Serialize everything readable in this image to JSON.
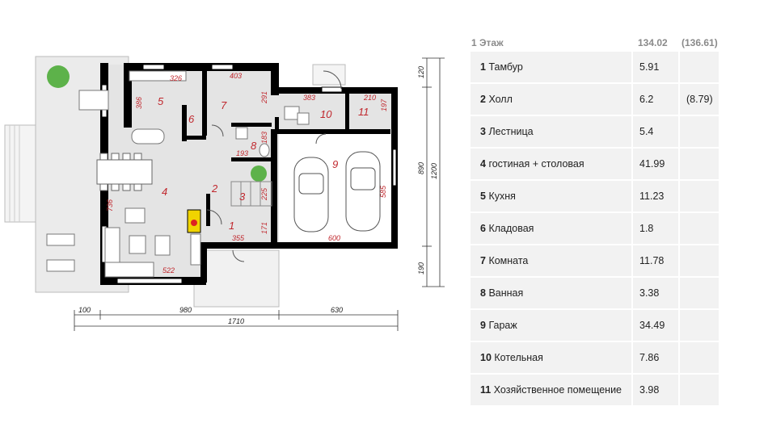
{
  "floor_table": {
    "title": "1 Этаж",
    "total": "134.02",
    "total_extra": "(136.61)",
    "rooms": [
      {
        "num": "1",
        "name": "Тамбур",
        "area": "5.91",
        "extra": ""
      },
      {
        "num": "2",
        "name": "Холл",
        "area": "6.2",
        "extra": "(8.79)"
      },
      {
        "num": "3",
        "name": "Лестница",
        "area": "5.4",
        "extra": ""
      },
      {
        "num": "4",
        "name": "гостиная + столовая",
        "area": "41.99",
        "extra": ""
      },
      {
        "num": "5",
        "name": "Кухня",
        "area": "11.23",
        "extra": ""
      },
      {
        "num": "6",
        "name": "Кладовая",
        "area": "1.8",
        "extra": ""
      },
      {
        "num": "7",
        "name": "Комната",
        "area": "11.78",
        "extra": ""
      },
      {
        "num": "8",
        "name": "Ванная",
        "area": "3.38",
        "extra": ""
      },
      {
        "num": "9",
        "name": "Гараж",
        "area": "34.49",
        "extra": ""
      },
      {
        "num": "10",
        "name": "Котельная",
        "area": "7.86",
        "extra": ""
      },
      {
        "num": "11",
        "name": "Хозяйственное помещение",
        "area": "3.98",
        "extra": ""
      }
    ]
  },
  "plan": {
    "room_numbers": [
      "1",
      "2",
      "3",
      "4",
      "5",
      "6",
      "7",
      "8",
      "9",
      "10",
      "11"
    ],
    "interior_dims": [
      "326",
      "403",
      "386",
      "291",
      "383",
      "210",
      "197",
      "193",
      "183",
      "225",
      "171",
      "355",
      "600",
      "585",
      "736",
      "522"
    ],
    "overall_dims": {
      "bottom_segments": [
        "100",
        "980",
        "630"
      ],
      "bottom_total": "1710",
      "right_segments": [
        "120",
        "890",
        "190"
      ],
      "right_total": "1200"
    }
  },
  "colors": {
    "wall": "#000000",
    "room_number": "#c0272d",
    "floor_fill": "#e4e4e4",
    "cell_bg": "#f2f2f2",
    "header_text": "#8a8a8a"
  }
}
